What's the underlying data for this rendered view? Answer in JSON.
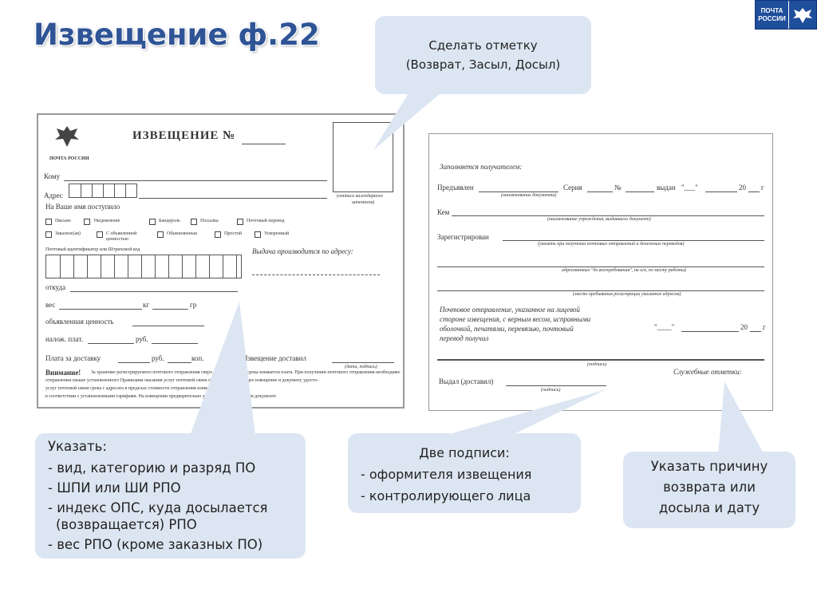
{
  "title": "Извещение ф.22",
  "logo": {
    "line1": "ПОЧТА",
    "line2": "РОССИИ"
  },
  "callouts": {
    "top": {
      "line1": "Сделать отметку",
      "line2": "(Возврат, Засыл, Досыл)"
    },
    "left": {
      "heading": "Указать:",
      "items": [
        "- вид, категорию и разряд ПО",
        "- ШПИ или ШИ РПО",
        "- индекс ОПС, куда досылается",
        "(возвращается) РПО",
        "- вес РПО (кроме заказных ПО)"
      ]
    },
    "middle": {
      "heading": "Две подписи:",
      "items": [
        "-   оформителя извещения",
        "-   контролирующего лица"
      ]
    },
    "right": {
      "line1": "Указать причину",
      "line2": "возврата или",
      "line3": "досыла и дату"
    }
  },
  "colors": {
    "title": "#2f5496",
    "callout_bg": "#dce6f2",
    "logo_bg": "#1f4e9a"
  },
  "form1": {
    "logo_caption": "ПОЧТА РОССИИ",
    "heading": "ИЗВЕЩЕНИЕ №",
    "stamp_caption1": "(оттиск календарного",
    "stamp_caption2": "штемпеля)",
    "komu": "Кому",
    "adres": "Адрес",
    "received": "На Ваше имя поступило",
    "checks_row1": [
      "Письмо",
      "Уведомление",
      "Бандероль",
      "Посылка",
      "Почтовый перевод"
    ],
    "checks_row2": [
      "Заказное(ая)",
      "С объявленной ценностью",
      "Обыкновенная",
      "Простой",
      "Ускоренный"
    ],
    "ident_label": "Почтовый идентификатор или Штриховой код",
    "issue_note": "Выдача производится по адресу:",
    "otkuda": "откуда",
    "ves": "вес",
    "kg": "кг",
    "gr": "гр",
    "cennost": "объявленная ценность",
    "nalozh": "налож. плат.",
    "rub": "руб.",
    "kop": "коп.",
    "dostavka": "Плата за доставку",
    "izv_dostavil": "Извещение доставил",
    "date_sign": "(дата, подпись)",
    "vnimanie": "Внимание!",
    "warning1": "За хранение регистрируемого почтового отправления сверх установленного срока взимается плата. При получении почтового отправления необходимо",
    "warning2": "отправления свыше установленного Правилами оказания услуг почтовой связи предъявить настоящее извещение и документ, удосто-",
    "warning3": "услуг почтовой связи срока с адресата в пределах стоимости отправления взимается плата",
    "warning4": "в соответствии с установленными тарифами. На извещении предварительно указать сведения об этом документе"
  },
  "form2": {
    "filled": "Заполняется получателем:",
    "predyavlen": "Предъявлен",
    "doc_caption": "(наименование документа)",
    "seria": "Серия",
    "no": "№",
    "vydan": "выдан",
    "year": "20",
    "g": "г",
    "kem": "Кем",
    "kem_caption": "(наименование учреждения, выдавшего документ)",
    "zareg": "Зарегистрирован",
    "zareg_caption": "(указать при получении почтовых отправлений и денежных переводов)",
    "address_caption": "адресованных \"до востребования\", на а/я, по месту работы)",
    "address2_caption": "(место пребывания регистрации указанное адресом)",
    "note1": "Почтовое отправление, указанное на лицевой",
    "note2": "стороне извещения, с верным весом, исправными",
    "note3": "оболочкой, печатями, перевязью, почтовый",
    "note4": "перевод получил",
    "podpis": "(подпись)",
    "vydal": "Выдал (доставил)",
    "podpis2": "(подпись)",
    "service": "Служебные отметки:"
  }
}
